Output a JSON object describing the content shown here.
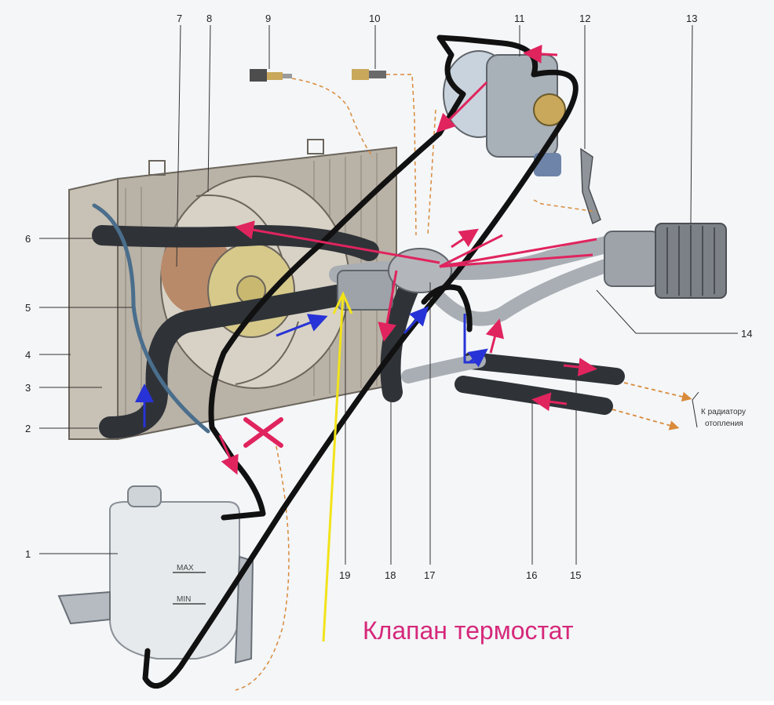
{
  "diagram": {
    "callouts": [
      "1",
      "2",
      "3",
      "4",
      "5",
      "6",
      "7",
      "8",
      "9",
      "10",
      "11",
      "12",
      "13",
      "14",
      "15",
      "16",
      "17",
      "18",
      "19"
    ],
    "radiator_note": "К радиатору\nотопления",
    "tank_marks": {
      "max": "MAX",
      "min": "MIN"
    },
    "caption": "Клапан термостат",
    "colors": {
      "caption": "#d6287a",
      "marker_black": "#111111",
      "arrow_pink": "#e0245e",
      "arrow_blue": "#2733d6",
      "line_yellow": "#f2e31a",
      "hose": "#2f3338",
      "metal": "#a9aeb4",
      "radiator": "#b9b2a6",
      "leader_dashed": "#d98a3a"
    }
  }
}
